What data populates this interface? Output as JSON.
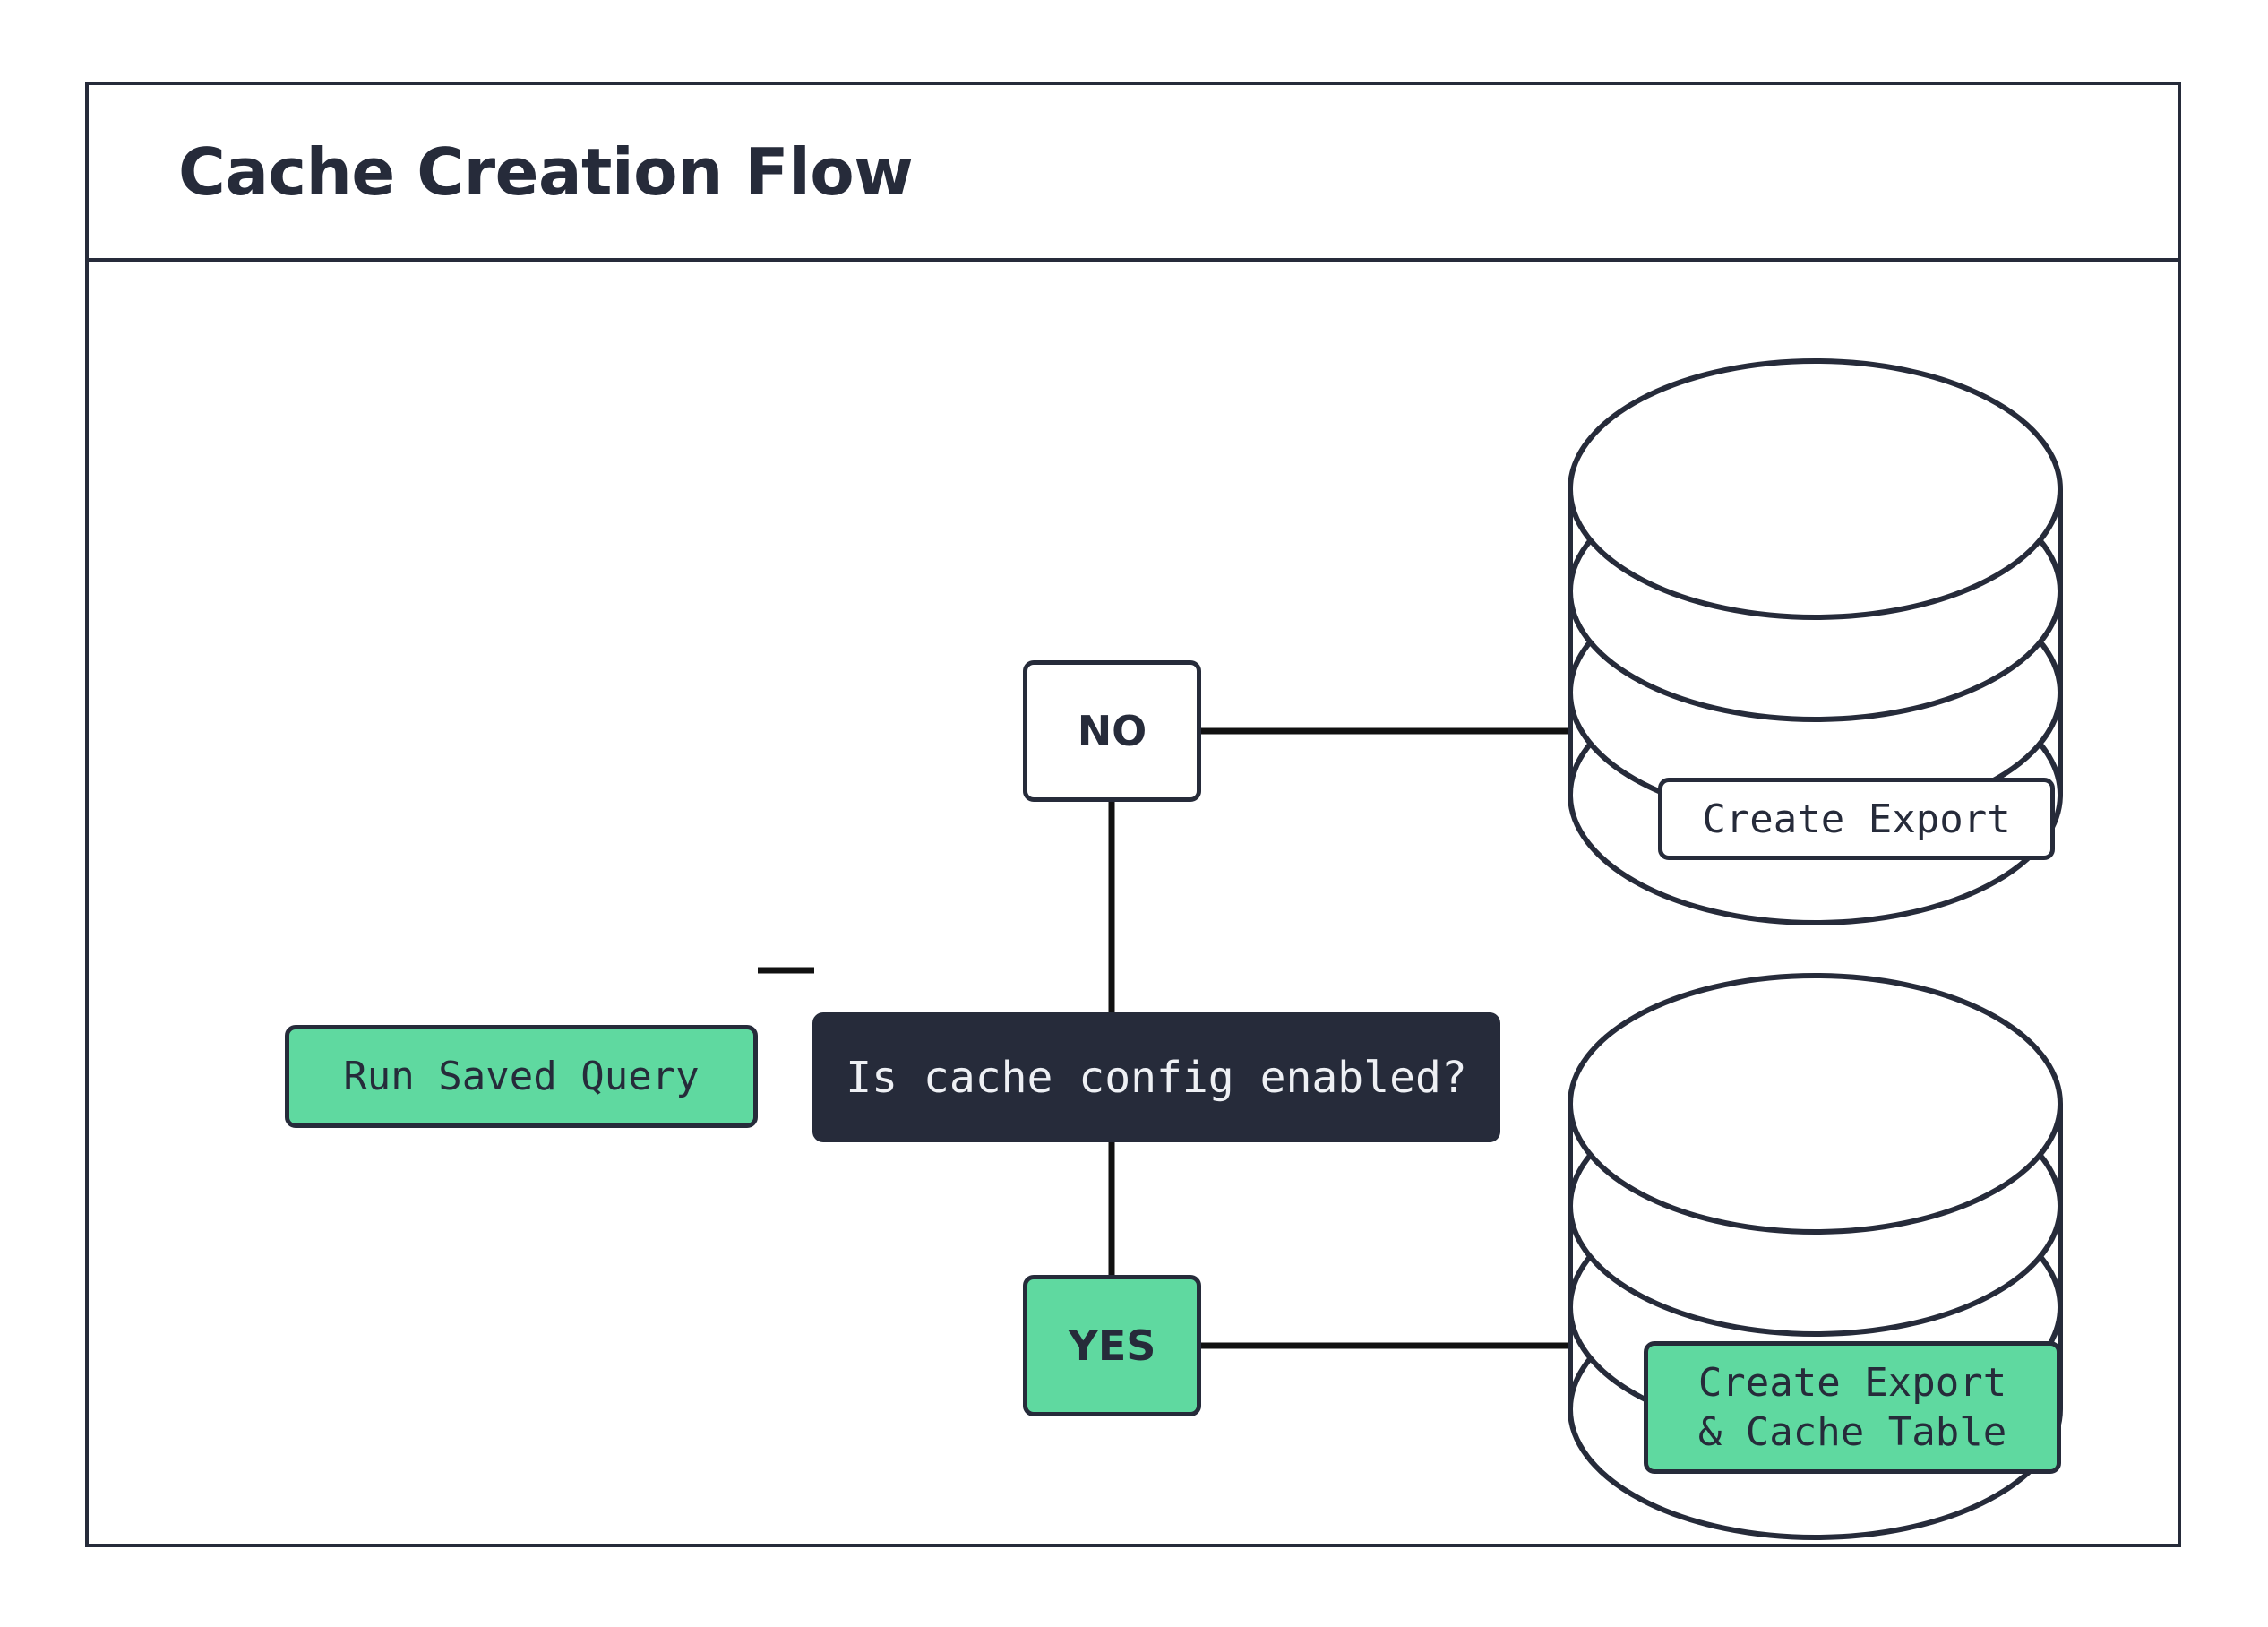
{
  "page": {
    "background": "#ffffff",
    "border_color": "#262b3a",
    "accent_green": "#5fd9a0",
    "dark_fill": "#262b3a",
    "light_text": "#eef0f4"
  },
  "frame": {
    "title": "Cache Creation Flow"
  },
  "diagram": {
    "type": "flowchart",
    "nodes": [
      {
        "id": "run-saved-query",
        "label": "Run Saved Query",
        "shape": "rounded-rect",
        "fill": "#5fd9a0",
        "text_color": "#262b3a"
      },
      {
        "id": "decision",
        "label": "Is cache config enabled?",
        "shape": "rounded-rect",
        "fill": "#262b3a",
        "text_color": "#eef0f4"
      },
      {
        "id": "branch-no",
        "label": "NO",
        "shape": "rounded-rect",
        "fill": "#ffffff",
        "text_color": "#262b3a"
      },
      {
        "id": "branch-yes",
        "label": "YES",
        "shape": "rounded-rect",
        "fill": "#5fd9a0",
        "text_color": "#262b3a"
      },
      {
        "id": "database-top",
        "label": "Create Export",
        "shape": "cylinder",
        "fill": "#ffffff",
        "text_color": "#262b3a"
      },
      {
        "id": "database-bottom",
        "label_line1": "Create Export",
        "label_line2": "& Cache Table",
        "shape": "cylinder",
        "fill": "#5fd9a0",
        "text_color": "#262b3a"
      }
    ],
    "edges": [
      {
        "from": "run-saved-query",
        "to": "decision",
        "label": ""
      },
      {
        "from": "decision",
        "to": "branch-no",
        "label": ""
      },
      {
        "from": "decision",
        "to": "branch-yes",
        "label": ""
      },
      {
        "from": "branch-no",
        "to": "database-top",
        "label": ""
      },
      {
        "from": "branch-yes",
        "to": "database-bottom",
        "label": ""
      }
    ]
  }
}
